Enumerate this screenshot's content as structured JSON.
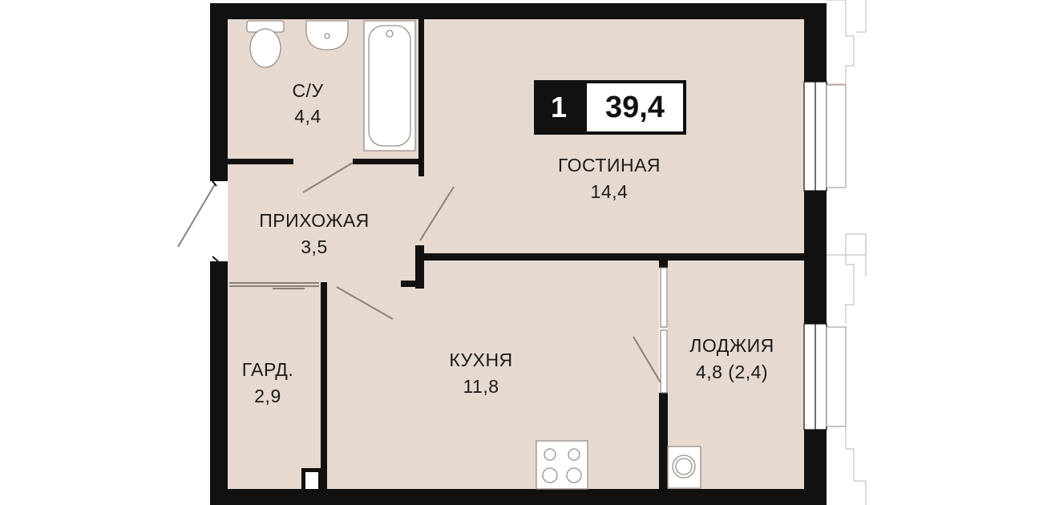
{
  "plan": {
    "room_count": "1",
    "total_area": "39,4",
    "colors": {
      "wall": "#111111",
      "floor": "#e6d9d0",
      "fixture_fill": "#ffffff",
      "fixture_stroke": "#9a8f88"
    },
    "rooms": [
      {
        "id": "bathroom",
        "name": "С/У",
        "area": "4,4"
      },
      {
        "id": "living",
        "name": "ГОСТИНАЯ",
        "area": "14,4"
      },
      {
        "id": "hallway",
        "name": "ПРИХОЖАЯ",
        "area": "3,5"
      },
      {
        "id": "wardrobe",
        "name": "ГАРД.",
        "area": "2,9"
      },
      {
        "id": "kitchen",
        "name": "КУХНЯ",
        "area": "11,8"
      },
      {
        "id": "loggia",
        "name": "ЛОДЖИЯ",
        "area": "4,8 (2,4)"
      }
    ]
  }
}
